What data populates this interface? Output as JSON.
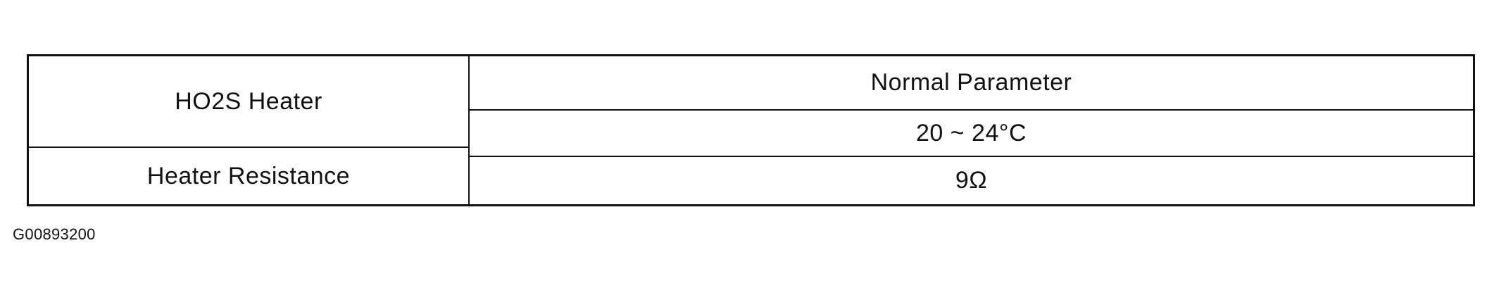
{
  "table": {
    "component_header": "HO2S Heater",
    "parameter_header": "Normal Parameter",
    "condition_value": "20 ~ 24°C",
    "row_label": "Heater Resistance",
    "row_value": "9Ω"
  },
  "figure_id": "G00893200"
}
